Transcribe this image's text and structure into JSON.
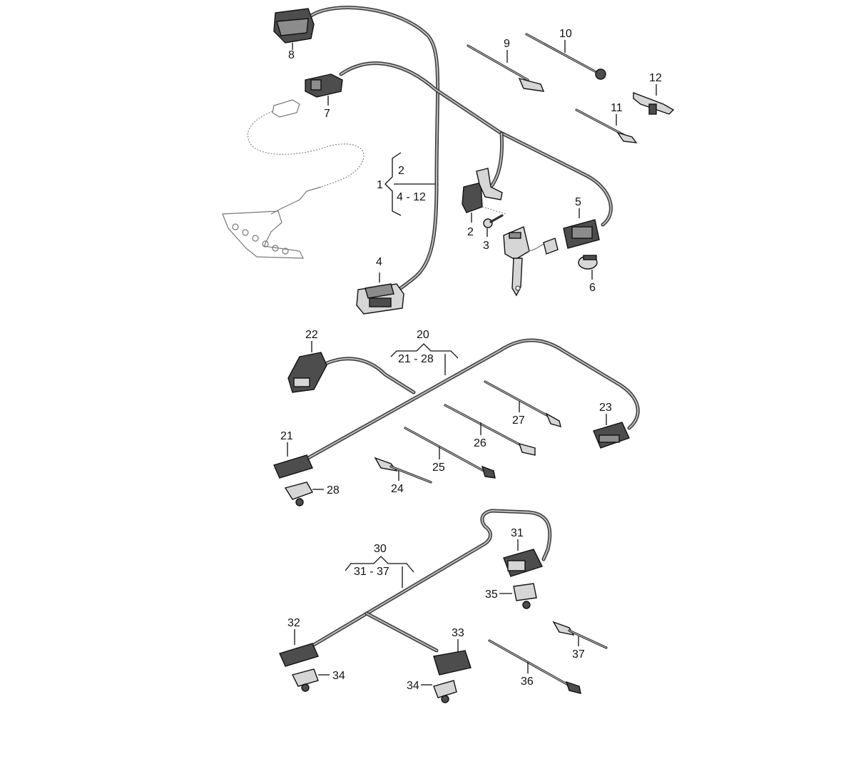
{
  "labels": {
    "l1": "1",
    "l2": "2",
    "l3": "3",
    "l4": "4",
    "l5": "5",
    "l6": "6",
    "l7": "7",
    "l8": "8",
    "l9": "9",
    "l10": "10",
    "l11": "11",
    "l12": "12",
    "l20": "20",
    "l21": "21",
    "l22": "22",
    "l23": "23",
    "l24": "24",
    "l25": "25",
    "l26": "26",
    "l27": "27",
    "l28": "28",
    "l30": "30",
    "l31": "31",
    "l32": "32",
    "l33": "33",
    "l34a": "34",
    "l34b": "34",
    "l35": "35",
    "l36": "36",
    "l37": "37"
  },
  "groups": {
    "g1": {
      "top": "2",
      "bottom": "4 - 12"
    },
    "g20": {
      "range": "21 - 28"
    },
    "g30": {
      "range": "31 - 37"
    }
  },
  "colors": {
    "wire": "#3a3a3a",
    "connector_dark": "#4d4d4d",
    "connector_light": "#d6d6d6"
  }
}
